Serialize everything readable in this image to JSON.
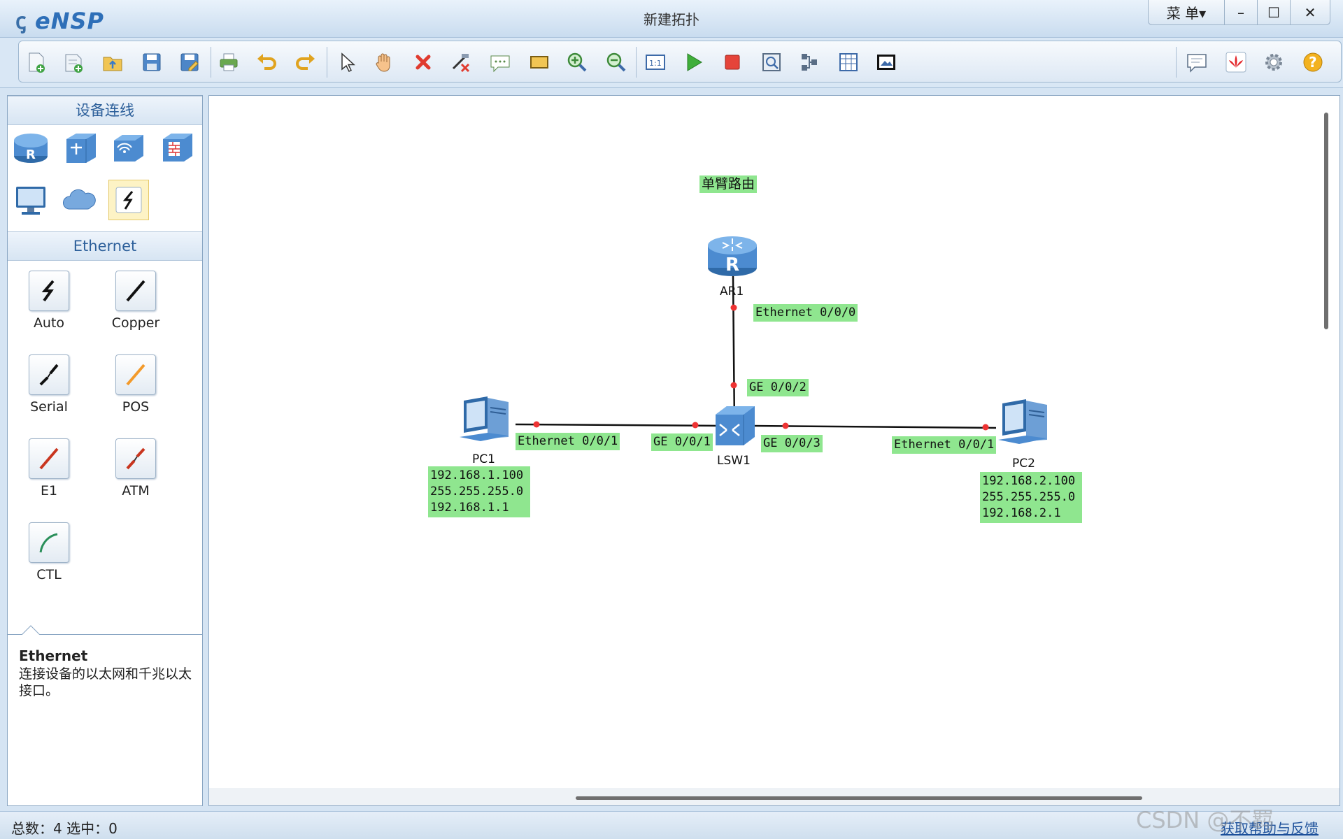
{
  "app": {
    "name": "eNSP",
    "window_title": "新建拓扑",
    "menu_label": "菜 单▾",
    "minimize": "–",
    "maximize": "☐",
    "close": "✕"
  },
  "toolbar": {
    "left_icons": [
      "new-topology-icon",
      "new-example-icon",
      "open-icon",
      "save-icon",
      "save-as-icon",
      "print-icon",
      "undo-icon",
      "redo-icon",
      "select-icon",
      "pan-hand-icon",
      "delete-icon",
      "delete-link-icon",
      "text-annotation-icon",
      "rectangle-icon",
      "zoom-in-icon",
      "zoom-out-icon",
      "fit-view-icon",
      "start-device-icon",
      "stop-device-icon",
      "capture-icon",
      "topology-icon",
      "grid-icon",
      "screenshot-icon"
    ],
    "right_icons": [
      "feedback-icon",
      "huawei-icon",
      "settings-icon",
      "help-icon"
    ]
  },
  "left_panel": {
    "device_header": "设备连线",
    "devices": [
      "router-icon",
      "switch-icon",
      "wlan-icon",
      "firewall-icon",
      "pc-icon",
      "cloud-icon",
      "cable-icon"
    ],
    "cable_header": "Ethernet",
    "cables": [
      {
        "label": "Auto",
        "color": "#111111"
      },
      {
        "label": "Copper",
        "color": "#111111"
      },
      {
        "label": "Serial",
        "color": "#111111"
      },
      {
        "label": "POS",
        "color": "#f39a2a"
      },
      {
        "label": "E1",
        "color": "#c9361f"
      },
      {
        "label": "ATM",
        "color": "#c9361f"
      },
      {
        "label": "CTL",
        "color": "#2a8f5a"
      }
    ],
    "desc_title": "Ethernet",
    "desc_text": "连接设备的以太网和千兆以太接口。"
  },
  "topology": {
    "title": "单臂路由",
    "devices": {
      "ar1": "AR1",
      "lsw1": "LSW1",
      "pc1": "PC1",
      "pc2": "PC2"
    },
    "ports": {
      "ar1_eth": "Ethernet 0/0/0",
      "lsw1_ge2": "GE 0/0/2",
      "pc1_eth": "Ethernet 0/0/1",
      "lsw1_ge1": "GE 0/0/1",
      "lsw1_ge3": "GE 0/0/3",
      "pc2_eth": "Ethernet 0/0/1"
    },
    "pc1_config": [
      "192.168.1.100",
      "255.255.255.0",
      "192.168.1.1"
    ],
    "pc2_config": [
      "192.168.2.100",
      "255.255.255.0",
      "192.168.2.1"
    ],
    "link_color": "#111111",
    "port_dot_color": "#ee3333",
    "label_bg": "#8fe68f"
  },
  "status": {
    "left": "总数：4 选中：0",
    "link": "获取帮助与反馈",
    "watermark": "CSDN @不羁"
  }
}
